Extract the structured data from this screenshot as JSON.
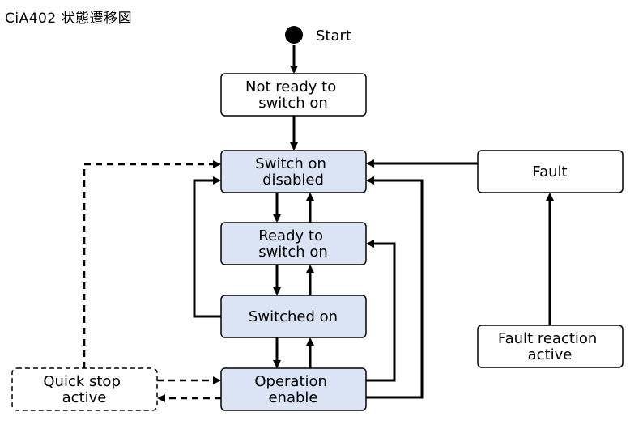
{
  "title": "CiA402 状態遷移図",
  "start_label": "Start",
  "states": {
    "not_ready": [
      "Not ready to",
      "switch on"
    ],
    "switch_on_disabled": [
      "Switch on",
      "disabled"
    ],
    "ready": [
      "Ready to",
      "switch on"
    ],
    "switched_on": [
      "Switched on"
    ],
    "operation_enable": [
      "Operation",
      "enable"
    ],
    "quick_stop": [
      "Quick stop",
      "active"
    ],
    "fault": [
      "Fault"
    ],
    "fault_reaction": [
      "Fault reaction",
      "active"
    ]
  },
  "colors": {
    "highlight_fill": "#dbe4f4",
    "plain_fill": "#ffffff",
    "stroke": "#000000"
  }
}
